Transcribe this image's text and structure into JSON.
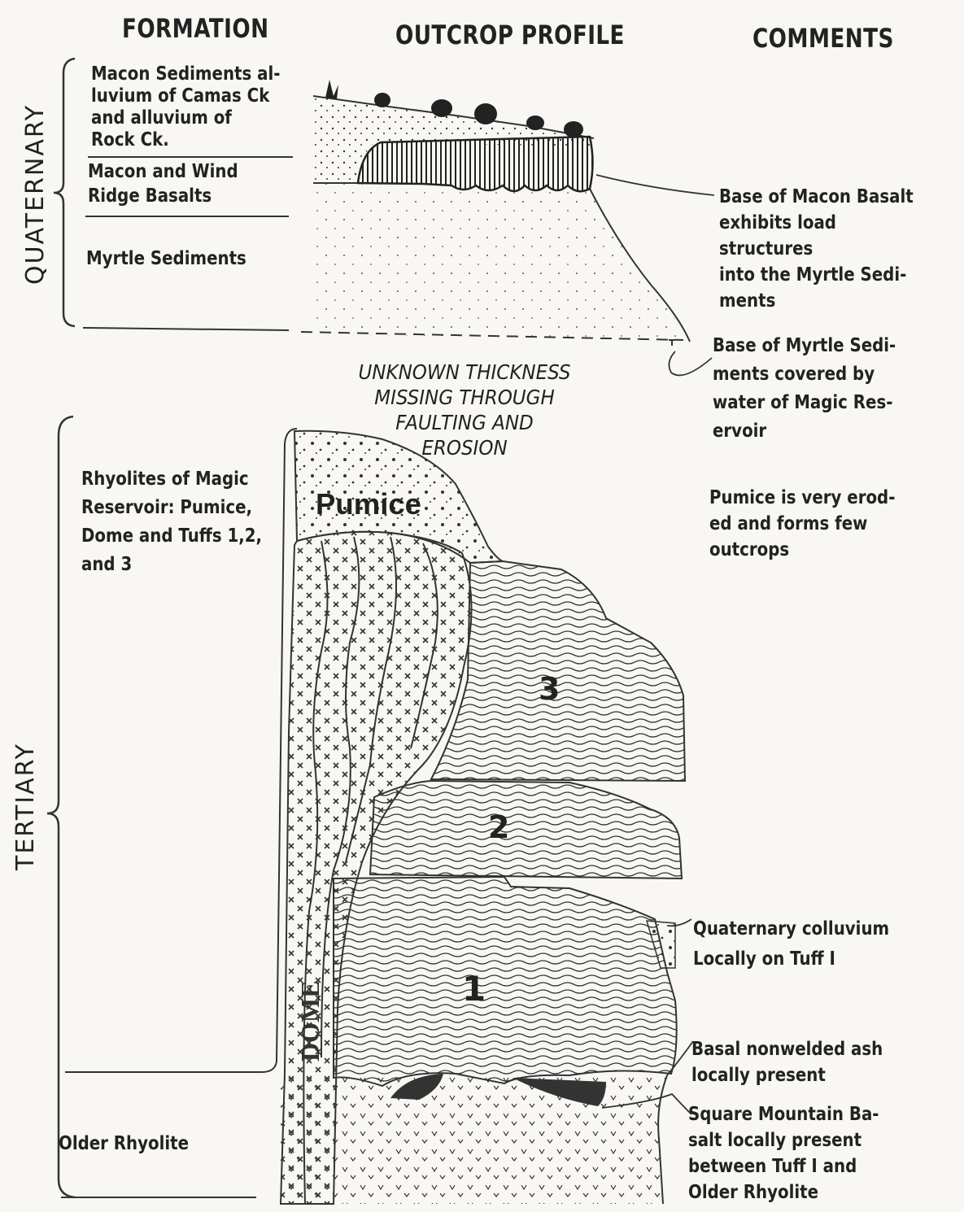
{
  "headers": {
    "formation": "FORMATION",
    "outcrop_profile": "OUTCROP PROFILE",
    "comments": "COMMENTS"
  },
  "eras": {
    "quaternary": "QUATERNARY",
    "tertiary": "TERTIARY"
  },
  "formations": {
    "macon_sediments": "Macon Sediments al-\nluvium of Camas Ck\nand alluvium of\nRock Ck.",
    "macon_wind_ridge": "Macon and Wind\nRidge Basalts",
    "myrtle_sediments": "Myrtle Sediments",
    "rhyolites": "Rhyolites of Magic\nReservoir: Pumice,\nDome and Tuffs 1,2,\nand 3",
    "older_rhyolite": "Older Rhyolite"
  },
  "gap_note": "UNKNOWN THICKNESS\nMISSING THROUGH\nFAULTING AND\nEROSION",
  "profile_labels": {
    "pumice": "Pumice",
    "dome": "DOME",
    "tuff_3": "3",
    "tuff_2": "2",
    "tuff_1": "1"
  },
  "comments": {
    "load_structures": "Base of Macon Basalt\nexhibits load structures\ninto the Myrtle Sedi-\nments",
    "myrtle_base": "Base of Myrtle Sedi-\nments covered by\nwater of Magic Res-\nervoir",
    "pumice_eroded": "Pumice is very erod-\ned and forms few\noutcrops",
    "colluvium": "Quaternary colluvium\nLocally on Tuff I",
    "basal_ash": "Basal nonwelded ash\nlocally present",
    "square_mountain": "Square Mountain Ba-\nsalt locally present\nbetween Tuff I and\nOlder Rhyolite"
  }
}
